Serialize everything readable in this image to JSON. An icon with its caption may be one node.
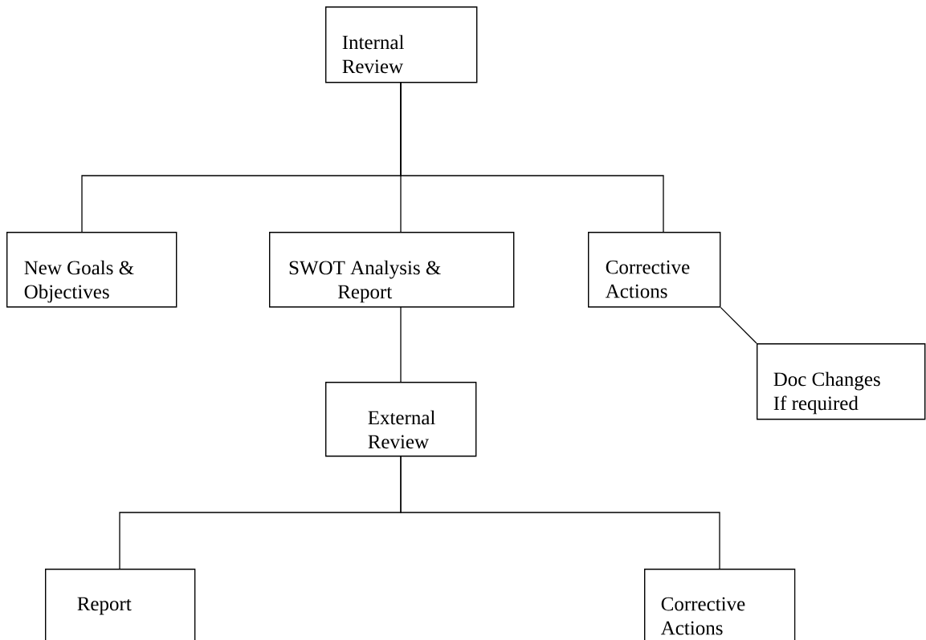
{
  "diagram": {
    "nodes": [
      {
        "text": [
          "Internal Review"
        ]
      },
      {
        "text": [
          "New Goals & Objectives"
        ]
      },
      {
        "text": [
          "SWOT Analysis & Report"
        ]
      },
      {
        "text": [
          "Corrective Actions"
        ]
      },
      {
        "text": [
          "Doc Changes If required"
        ]
      },
      {
        "text": [
          "External Review"
        ]
      },
      {
        "text": [
          "Report"
        ]
      },
      {
        "text": [
          "Corrective Actions"
        ]
      }
    ],
    "edges": [
      {
        "from": 0,
        "to": 1,
        "arrow": "none"
      },
      {
        "from": 0,
        "to": 2,
        "arrow": "none"
      },
      {
        "from": 0,
        "to": 3,
        "arrow": "none"
      },
      {
        "from": 3,
        "to": 4,
        "arrow": "none"
      },
      {
        "from": 2,
        "to": 5,
        "arrow": "none"
      },
      {
        "from": 5,
        "to": 6,
        "arrow": "none"
      },
      {
        "from": 5,
        "to": 7,
        "arrow": "none"
      }
    ]
  }
}
